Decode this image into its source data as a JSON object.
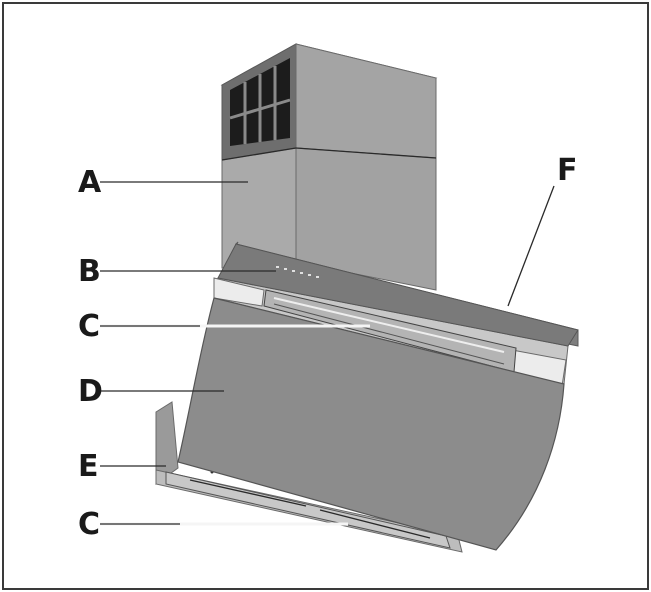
{
  "figure": {
    "callouts": [
      {
        "letter": "A"
      },
      {
        "letter": "B"
      },
      {
        "letter": "C"
      },
      {
        "letter": "D"
      },
      {
        "letter": "E"
      },
      {
        "letter": "C"
      },
      {
        "letter": "F"
      }
    ]
  },
  "colors": {
    "frame": "#3a3a3a",
    "chimney_front": "#a9a9a9",
    "chimney_side": "#9a9a9a",
    "glass_panel": "#8c8c8c",
    "filter_metal": "#c4c4c4"
  },
  "icons": [
    "vent-grille-icon",
    "control-buttons-icon"
  ]
}
